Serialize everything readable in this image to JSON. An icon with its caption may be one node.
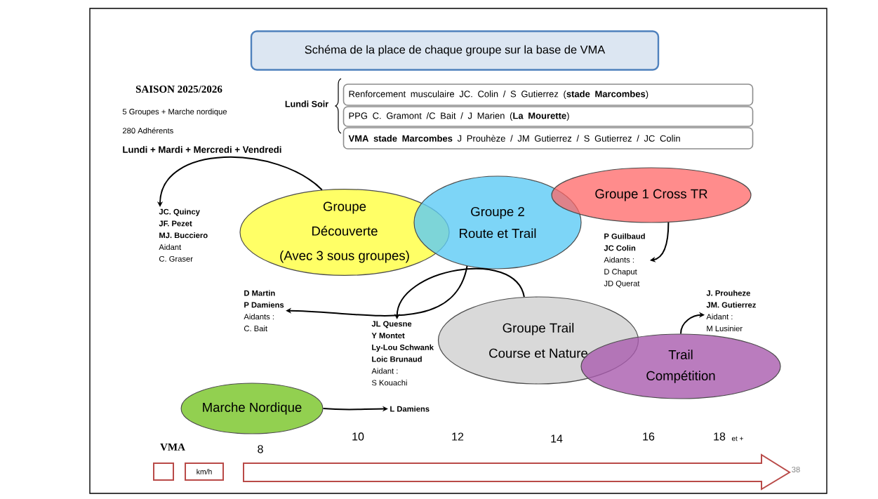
{
  "diagram": {
    "nodes": [
      {
        "text": [
          "Schéma de la place de chaque groupe sur la base de VMA"
        ]
      },
      {
        "text": [
          "Renforcement musculaire JC. Colin / S Gutierrez (**stade Marcombes**)"
        ]
      },
      {
        "text": [
          "PPG C. Gramont /C Bait / J  Marien (**La Mourette**)"
        ]
      },
      {
        "text": [
          "**VMA stade Marcombes**  J Prouhèze / JM Gutierrez / S Gutierrez / JC Colin"
        ]
      },
      {
        "text": [
          "Groupe",
          "Découverte",
          "(Avec 3 sous groupes)"
        ]
      },
      {
        "text": [
          "Groupe 2",
          "Route et Trail"
        ]
      },
      {
        "text": [
          "Groupe 1 Cross TR"
        ]
      },
      {
        "text": [
          "Groupe Trail",
          "Course et Nature"
        ]
      },
      {
        "text": [
          "Trail",
          "Compétition"
        ]
      },
      {
        "text": [
          "Marche Nordique"
        ]
      },
      {
        "text": [
          "JC. Quincy",
          "JF. Pezet",
          "MJ. Bucciero",
          "Aidant",
          "C. Graser"
        ]
      },
      {
        "text": [
          "D Martin",
          "P Damiens",
          "Aidants :",
          "C. Bait"
        ]
      },
      {
        "text": [
          "P Guilbaud",
          "JC Colin",
          "Aidants  :",
          "D  Chaput",
          "JD Querat"
        ]
      },
      {
        "text": [
          "JL Quesne",
          "Y Montet",
          "Ly-Lou Schwank",
          "Loic Brunaud",
          "Aidant :",
          "S Kouachi"
        ]
      },
      {
        "text": [
          "J. Prouheze",
          "JM. Gutierrez",
          "Aidant :",
          "M Lusinier"
        ]
      },
      {
        "text": [
          "L Damiens"
        ]
      },
      {
        "text": [],
        "shape": "box"
      },
      {
        "text": [
          "km/h"
        ]
      }
    ],
    "edges": [
      {
        "from": 4,
        "to": 10,
        "arrow": "to"
      },
      {
        "from": 5,
        "to": 11,
        "arrow": "to"
      },
      {
        "from": 6,
        "to": 12,
        "arrow": "to"
      },
      {
        "from": 7,
        "to": 13,
        "arrow": "to"
      },
      {
        "from": 8,
        "to": 14,
        "arrow": "to"
      },
      {
        "from": 9,
        "to": 15,
        "arrow": "to"
      }
    ],
    "labels": [
      "SAISON 2025/2026",
      "5 Groupes  + Marche nordique",
      "280 Adhérents",
      "Lundi + Mardi + Mercredi + Vendredi",
      "Lundi Soir",
      "VMA",
      "8",
      "10",
      "12",
      "14",
      "16",
      "18",
      "et +",
      "38"
    ]
  }
}
